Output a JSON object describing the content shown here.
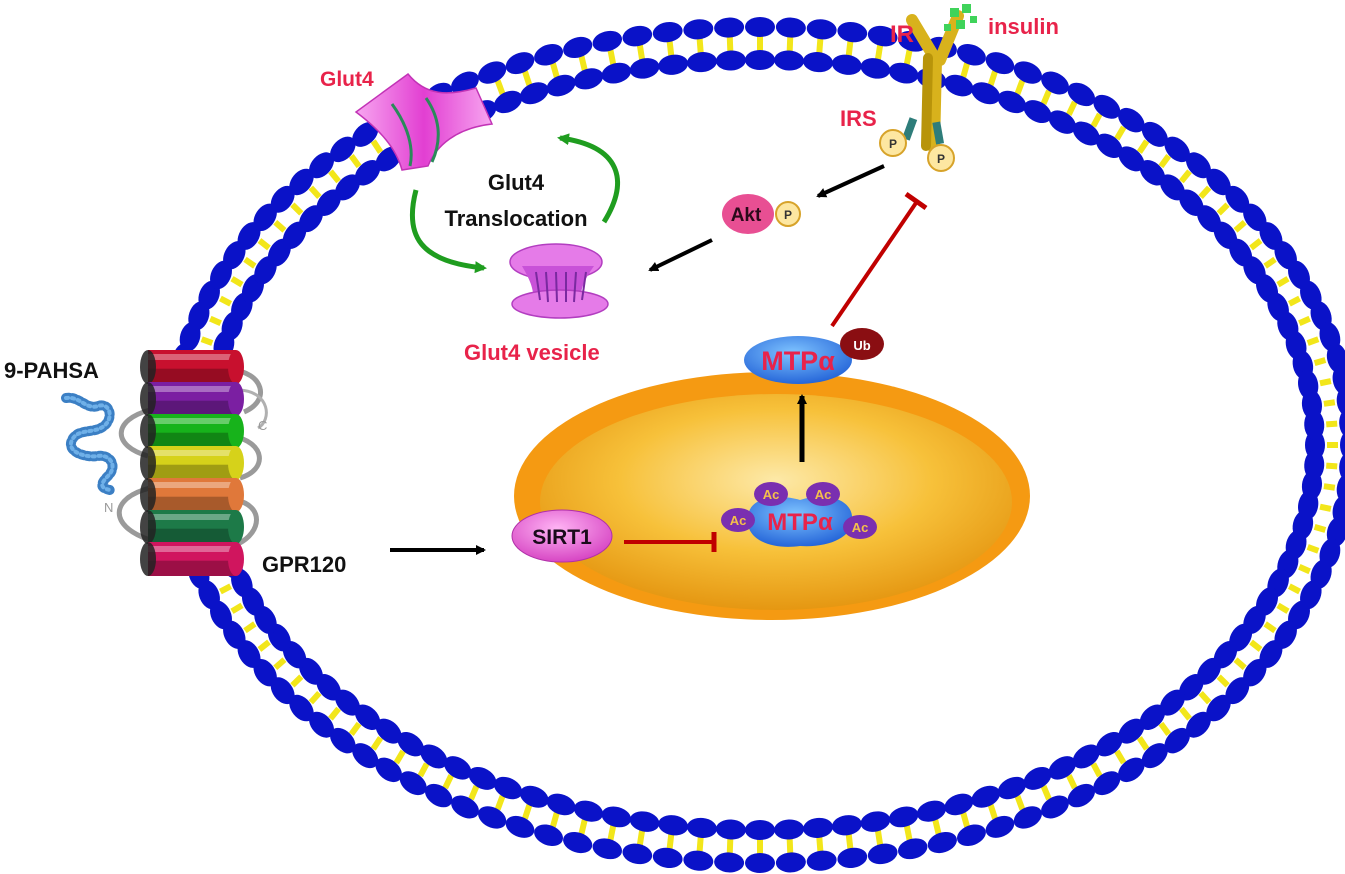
{
  "labels": {
    "glut4": "Glut4",
    "translocation_line1": "Glut4",
    "translocation_line2": "Translocation",
    "glut4_vesicle": "Glut4 vesicle",
    "ir": "IR",
    "insulin": "insulin",
    "irs": "IRS",
    "phospho": "P",
    "akt": "Akt",
    "mtpa": "MTPα",
    "ub": "Ub",
    "acetyl": "Ac",
    "sirt1": "SIRT1",
    "gpr120": "GPR120",
    "pahsa": "9-PAHSA",
    "n_term": "N",
    "c_term": "C"
  },
  "colors": {
    "label_red": "#e8234a",
    "label_black": "#111111",
    "membrane_head": "#0a12c8",
    "membrane_tail": "#f2e61a",
    "activation_arrow": "#000000",
    "inhibition_arrow": "#c00000",
    "translocation_arrow": "#1f9d1f",
    "nucleus_outer": "#f59a12",
    "nucleus_inner": "#f7c13a",
    "receptor_gold": "#d8b21c",
    "akt_pink": "#e84f93",
    "sirt1_pink": "#ee6ad8",
    "mtpa_blue": "#2f7ee8",
    "ub_maroon": "#8a0e12",
    "acetyl_purple": "#7a2fb0",
    "helix_colors": [
      "#c8102e",
      "#7b1fa2",
      "#17b31b",
      "#d6d21a",
      "#e0783a",
      "#1d7a48",
      "#d0155e"
    ]
  }
}
